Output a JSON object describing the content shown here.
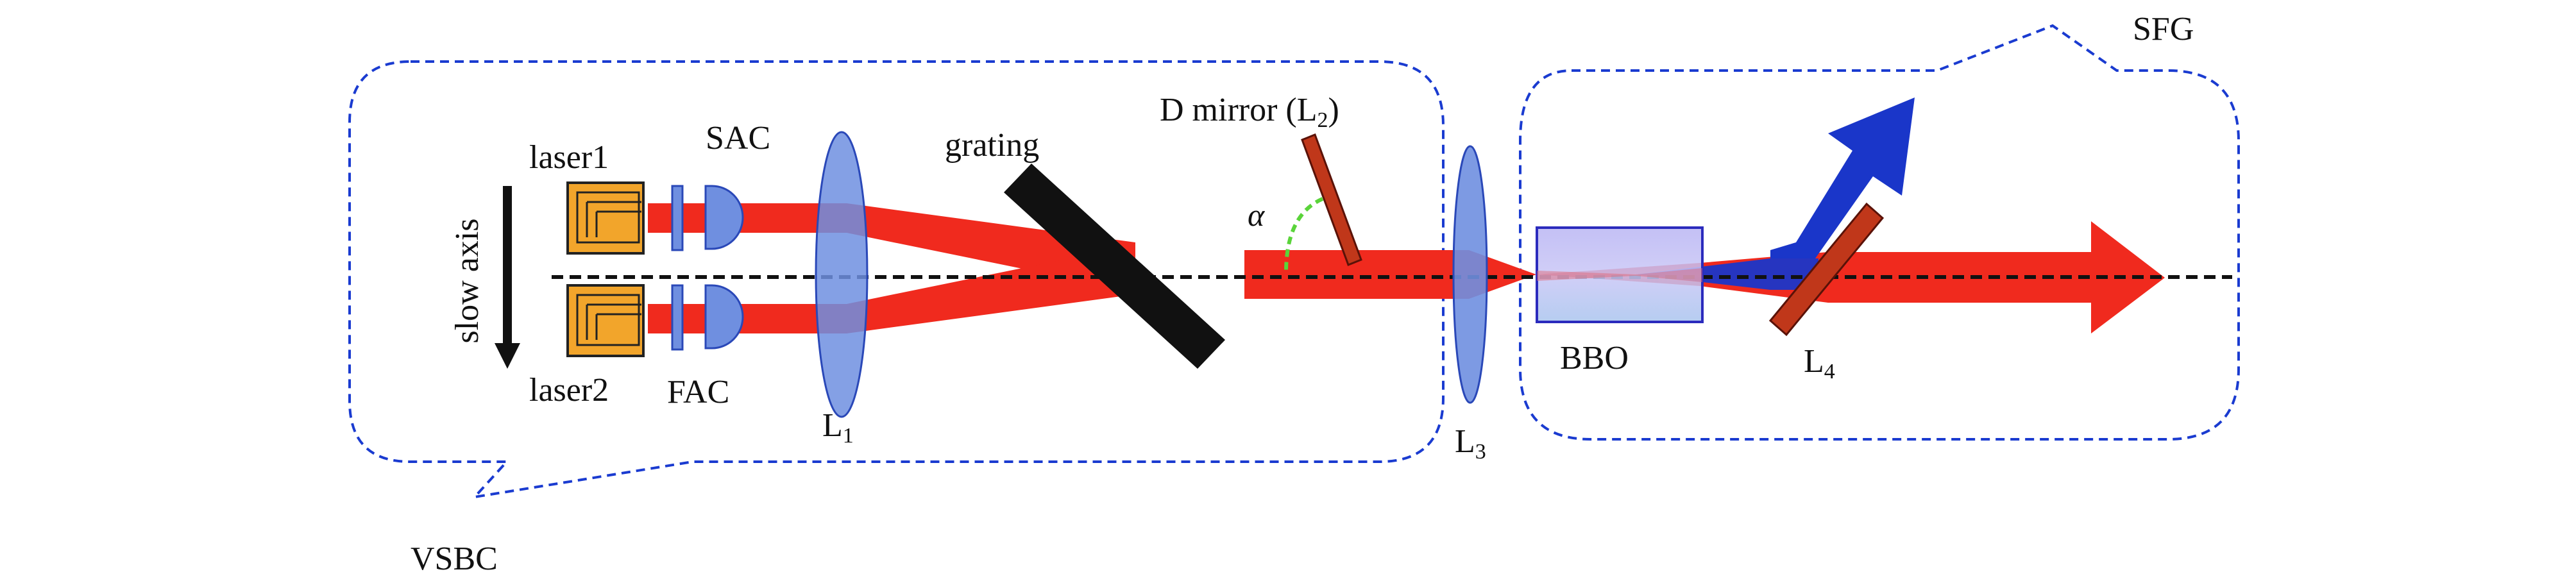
{
  "labels": {
    "laser1": "laser1",
    "laser2": "laser2",
    "slow_axis": "slow axis",
    "sac": "SAC",
    "fac": "FAC",
    "l1_main": "L",
    "l1_sub": "1",
    "grating": "grating",
    "d_mirror_prefix": "D mirror (L",
    "d_mirror_sub": "2",
    "d_mirror_suffix": ")",
    "alpha": "α",
    "l3_main": "L",
    "l3_sub": "3",
    "bbo": "BBO",
    "l4_main": "L",
    "l4_sub": "4",
    "vsbc": "VSBC",
    "sfg": "SFG"
  },
  "colors": {
    "box_border": "#1a3bd0",
    "laser_fill": "#f2a52b",
    "laser_stroke": "#222222",
    "lens_fill": "#6f8fe0",
    "lens_stroke": "#2a48b8",
    "red_beam": "#f02a1e",
    "blue_beam": "#1a36c9",
    "grating_fill": "#111111",
    "mirror_fill": "#c0371a",
    "mirror_stroke": "#5a1208",
    "bbo_fill": "#b6b4f2",
    "bbo_stroke": "#2b2bbd",
    "axis_line": "#111111",
    "alpha_arc": "#5ad43a"
  }
}
